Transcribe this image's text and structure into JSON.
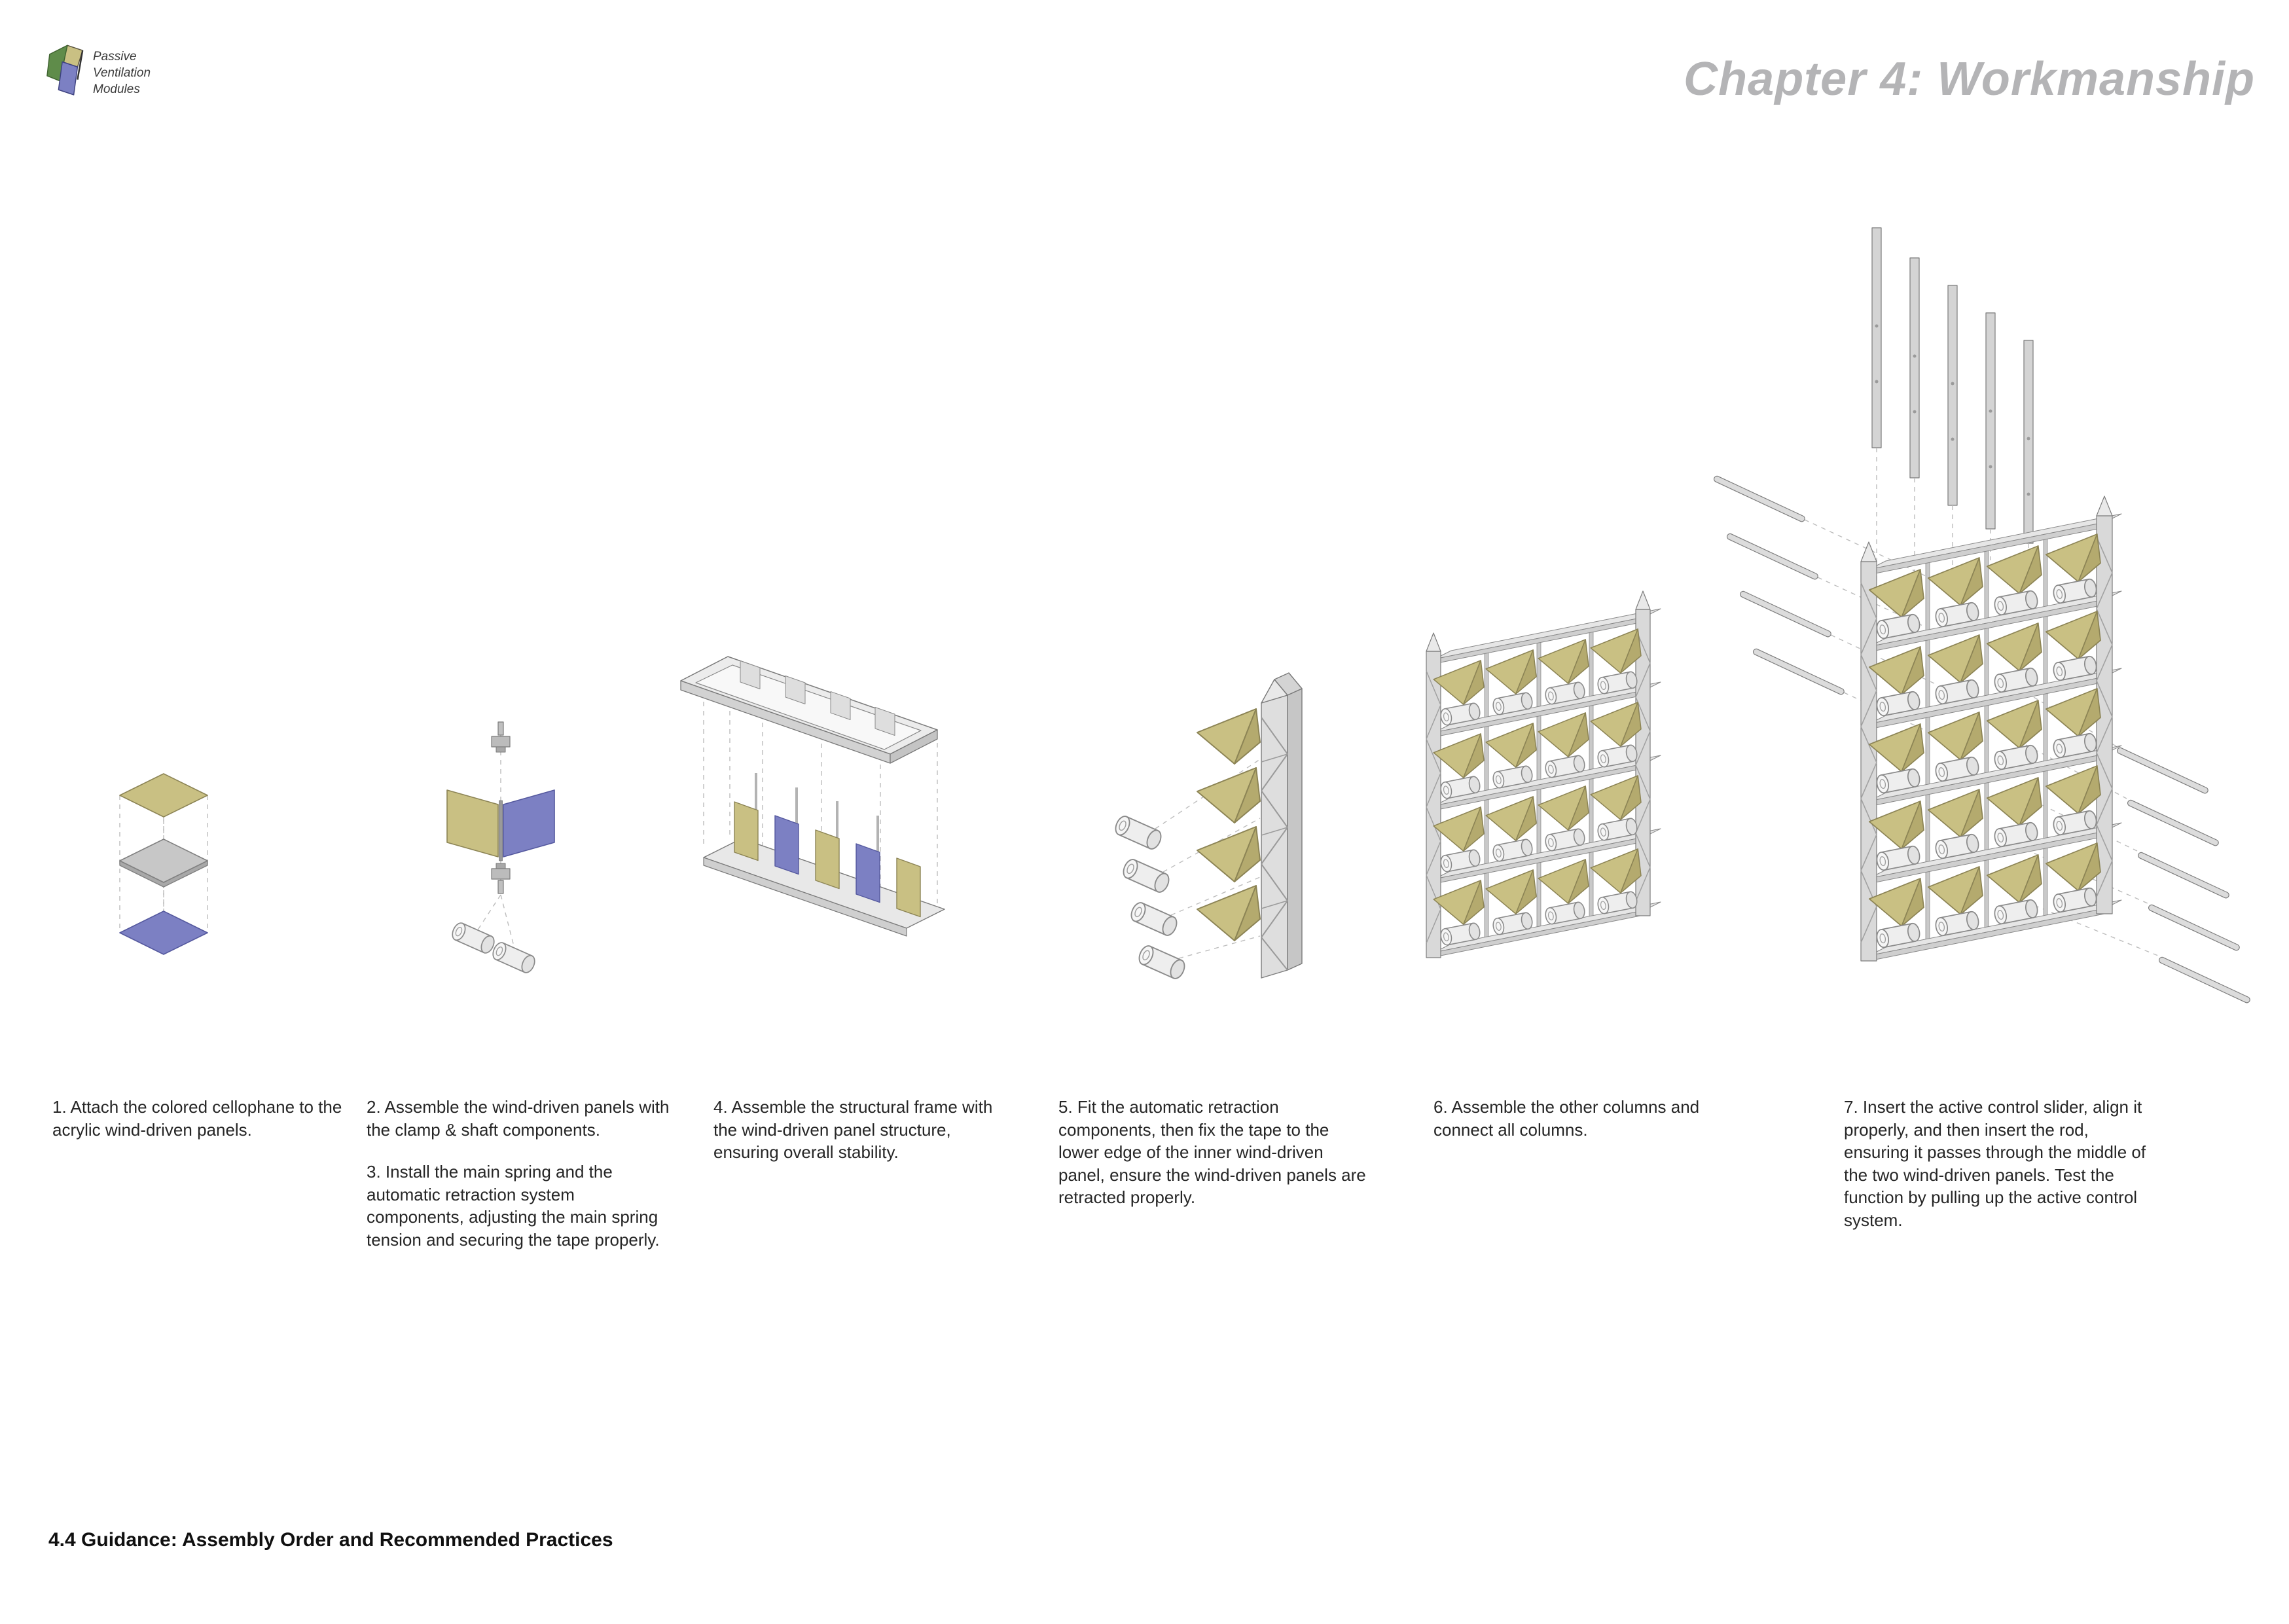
{
  "logo": {
    "lines": [
      "Passive",
      "Ventilation",
      "Modules"
    ]
  },
  "header": {
    "title": "Chapter 4: Workmanship"
  },
  "steps": [
    {
      "paragraphs": [
        "1. Attach the colored cellophane to the acrylic wind-driven panels."
      ]
    },
    {
      "paragraphs": [
        "2. Assemble the wind-driven panels with the clamp & shaft components.",
        "3. Install the main spring and the automatic retraction system components, adjusting the main spring tension and securing the tape properly."
      ]
    },
    {
      "paragraphs": [
        "4. Assemble the structural frame with the wind-driven panel structure, ensuring overall stability."
      ]
    },
    {
      "paragraphs": [
        "5. Fit the automatic retraction components, then fix the tape to the lower edge of the inner wind-driven panel, ensure the wind-driven panels are retracted properly."
      ]
    },
    {
      "paragraphs": [
        "6. Assemble the other columns and connect all columns."
      ]
    },
    {
      "paragraphs": [
        "7. Insert the active control slider, align it properly, and then insert the rod, ensuring it passes through the middle of the two wind-driven panels. Test the function by pulling up the active control system."
      ]
    }
  ],
  "footer": {
    "heading": "4.4 Guidance: Assembly Order and Recommended Practices"
  },
  "colors": {
    "tan_panel": "#c9c083",
    "tan_panel_shade": "#b4aa6e",
    "tan_panel_outline": "#8c8455",
    "blue_panel": "#7c80c3",
    "blue_panel_outline": "#54589e",
    "logo_green": "#5f8c4a",
    "title_gray": "#b4b4b6"
  }
}
